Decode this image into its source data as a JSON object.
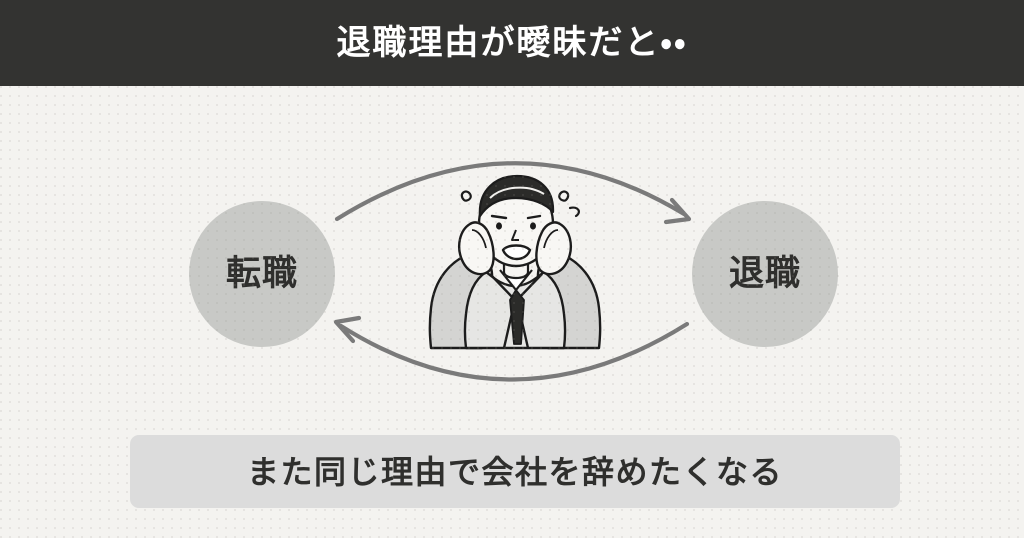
{
  "header": {
    "title": "退職理由が曖昧だと・・",
    "background_color": "#333331",
    "text_color": "#ffffff"
  },
  "canvas": {
    "background_color": "#f4f3f0"
  },
  "cycle": {
    "nodes": [
      {
        "id": "left",
        "label": "転職",
        "fill_color": "#c8c9c6",
        "text_color": "#2f2f2d"
      },
      {
        "id": "right",
        "label": "退職",
        "fill_color": "#c8c9c6",
        "text_color": "#2f2f2d"
      }
    ],
    "arrows": [
      {
        "id": "top",
        "direction": "left-to-right",
        "color": "#7a7a7a"
      },
      {
        "id": "bottom",
        "direction": "right-to-left",
        "color": "#7a7a7a"
      }
    ]
  },
  "illustration": {
    "name": "distressed-businessman",
    "description": "スーツ姿の男性が両手で頭を抱えて悩んでいるイラスト",
    "line_color": "#1c1c1c",
    "suit_color": "#d4d4d2",
    "hair_color": "#2b2b29"
  },
  "banner": {
    "text": "また同じ理由で会社を辞めたくなる",
    "background_color": "#dcdcdc",
    "text_color": "#2f2f2d"
  }
}
